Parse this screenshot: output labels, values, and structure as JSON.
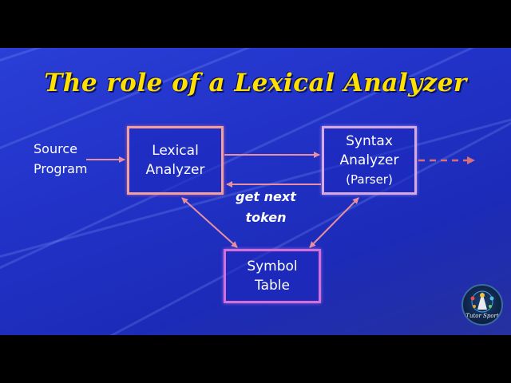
{
  "title": "The role of a Lexical Analyzer",
  "source": {
    "line1": "Source",
    "line2": "Program"
  },
  "lexical_box": {
    "line1": "Lexical",
    "line2": "Analyzer"
  },
  "syntax_box": {
    "line1": "Syntax",
    "line2": "Analyzer",
    "line3": "(Parser)"
  },
  "symbol_box": {
    "line1": "Symbol",
    "line2": "Table"
  },
  "edge_label": {
    "line1": "get next",
    "line2": "token"
  },
  "logo": {
    "text": "Tutor Sport"
  },
  "colors": {
    "title": "#ffe000",
    "background": "#2233c9",
    "arrow": "#e88fa0",
    "dashed_arrow": "#d8707a"
  }
}
